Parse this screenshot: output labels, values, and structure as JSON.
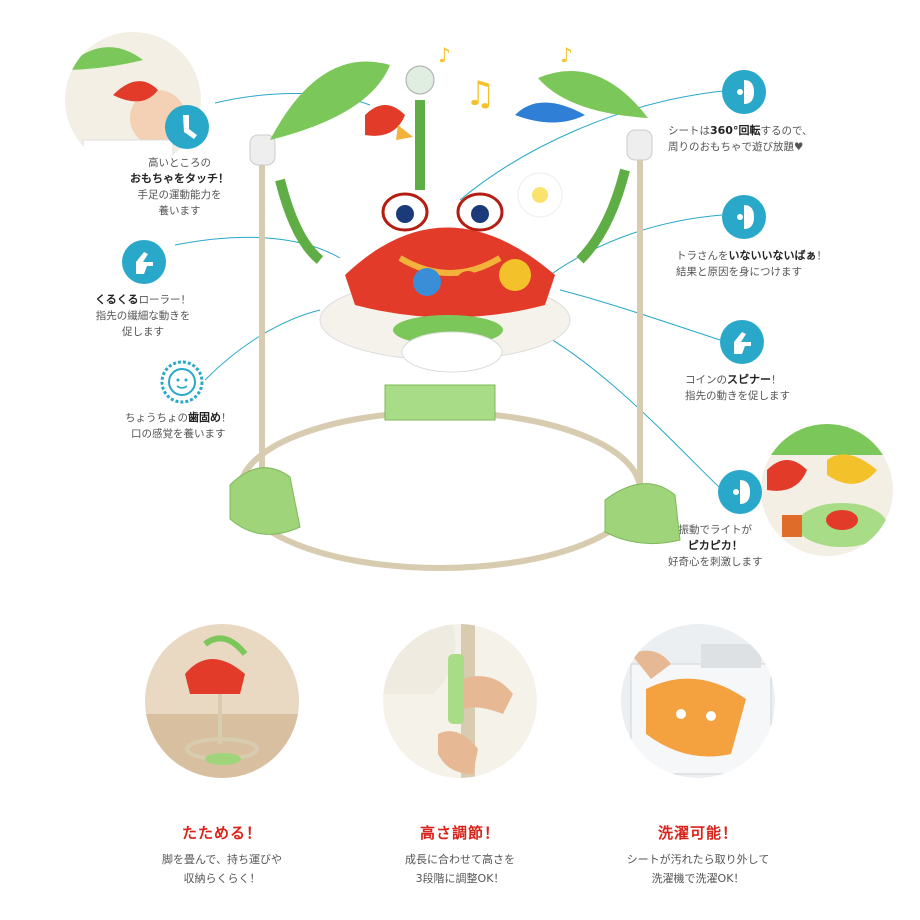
{
  "callouts": {
    "reach": {
      "line1": "高いところの",
      "emph": "おもちゃをタッチ！",
      "line3": "手足の運動能力を",
      "line4": "養います"
    },
    "roller": {
      "emph": "くるくる",
      "rest": "ローラー！",
      "line2": "指先の繊細な動きを",
      "line3": "促します"
    },
    "teether": {
      "pre": "ちょうちょの",
      "emph": "歯固め",
      "post": "！",
      "line2": "口の感覚を養います"
    },
    "seat": {
      "pre": "シートは",
      "emph": "360°回転",
      "post": "するので、",
      "line2": "周りのおもちゃで遊び放題♥"
    },
    "tiger": {
      "pre": "トラさんを",
      "emph": "いないいないばぁ",
      "post": "！",
      "line2": "結果と原因を身につけます"
    },
    "spinner": {
      "pre": "コインの",
      "emph": "スピナー",
      "post": "！",
      "line2": "指先の動きを促します"
    },
    "light": {
      "line1": "振動でライトが",
      "emph": "ピカピカ！",
      "line3": "好奇心を刺激します"
    }
  },
  "bottom": [
    {
      "title": "たためる！",
      "line1": "脚を畳んで、持ち運びや",
      "line2": "収納らくらく！"
    },
    {
      "title": "高さ調節！",
      "line1": "成長に合わせて高さを",
      "line2": "3段階に調整OK！"
    },
    {
      "title": "洗濯可能！",
      "line1": "シートが汚れたら取り外して",
      "line2": "洗濯機で洗濯OK！"
    }
  ],
  "colors": {
    "callout_icon": "#29a8c9",
    "title_red": "#d9241b",
    "leaf_green": "#7cc75a",
    "frame": "#d8ccb0"
  },
  "icons": [
    "leg-icon",
    "hand-icon",
    "face-icon",
    "bee-icon",
    "sun-face-icon"
  ]
}
